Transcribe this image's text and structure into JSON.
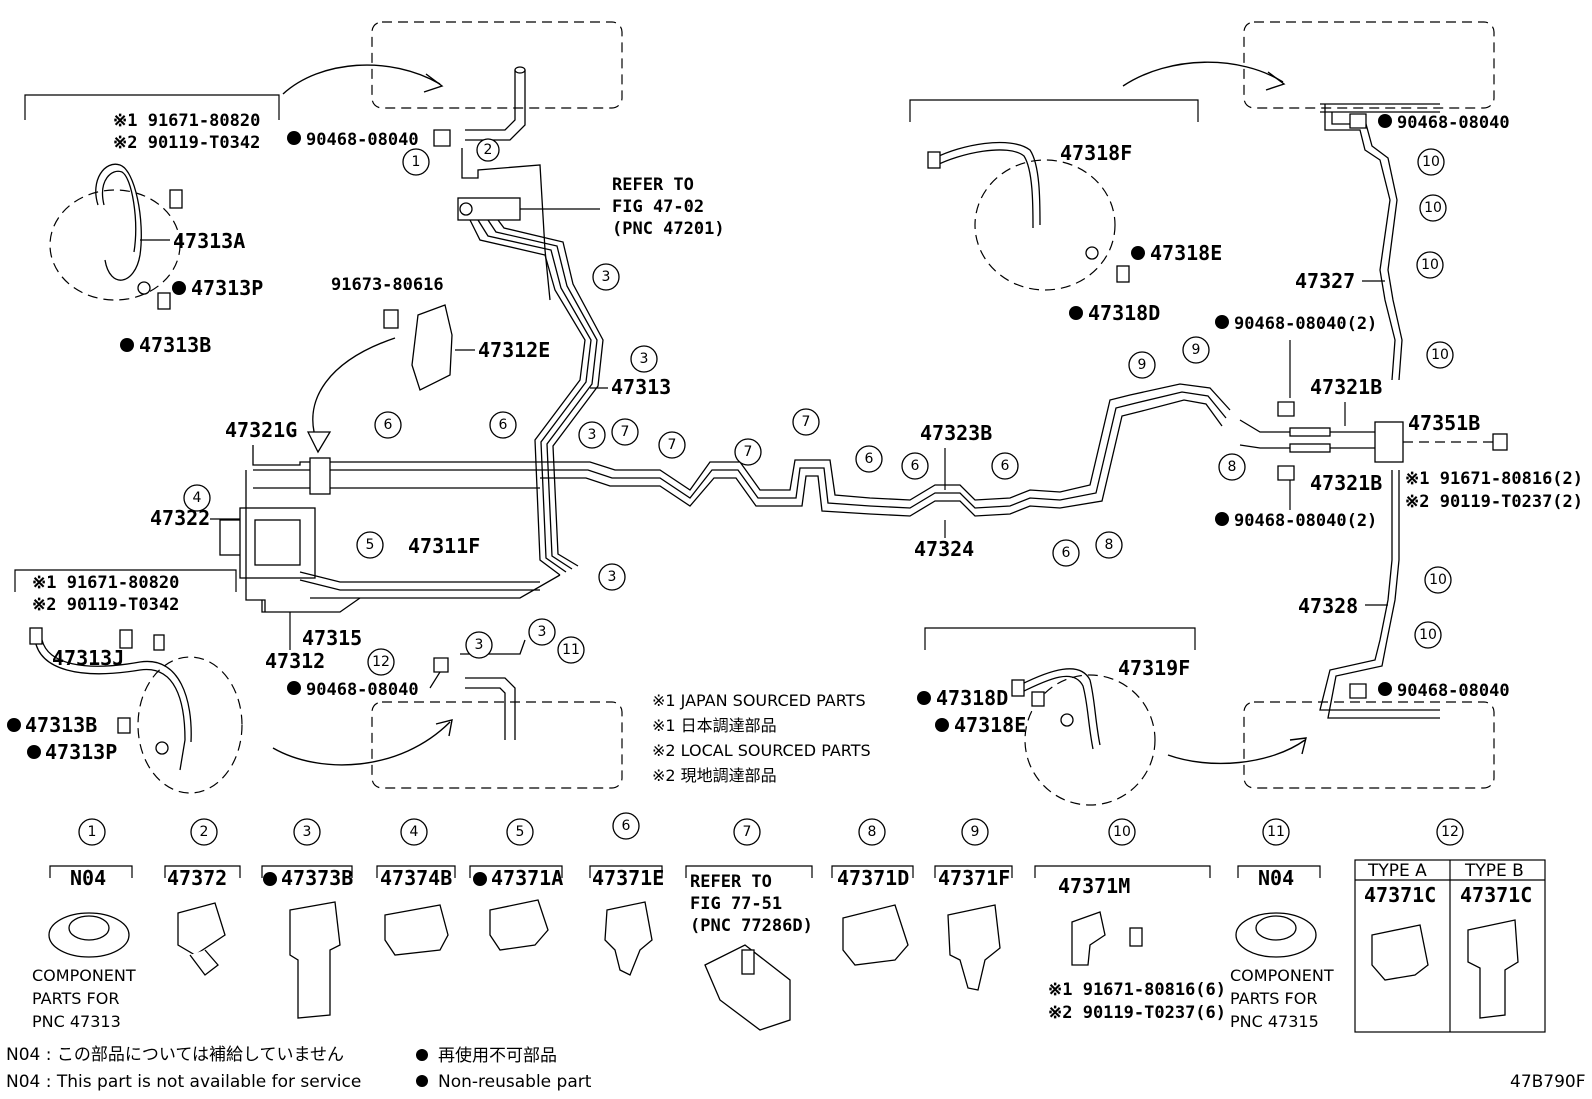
{
  "title_code": "47B790F",
  "notes": {
    "star1_japan": "※1 JAPAN SOURCED PARTS",
    "star1_japan_jp": "※1 日本調達部品",
    "star2_local": "※2 LOCAL SOURCED PARTS",
    "star2_local_jp": "※2 現地調達部品"
  },
  "legend": {
    "n04_jp": "N04 : この部品については補給していません",
    "n04_en": "N04 : This part is not available for service",
    "nonreuse_jp": "再使用不可部品",
    "nonreuse_en": "Non-reusable part"
  },
  "callouts": {
    "top_left_star1": "※1 91671-80820",
    "top_left_star2": "※2 90119-T0342",
    "p47313A": "47313A",
    "p47313P_top": "47313P",
    "p47313B_top": "47313B",
    "p91673": "91673-80616",
    "p47312E": "47312E",
    "p90468_top": "90468-08040",
    "refer_line1": "REFER TO",
    "refer_line2": "FIG 47-02",
    "refer_line3": "(PNC 47201)",
    "p47313": "47313",
    "p47321G": "47321G",
    "p47322": "47322",
    "p47311F": "47311F",
    "p47315": "47315",
    "p47312": "47312",
    "p90468_bottom": "90468-08040",
    "bl_star1": "※1 91671-80820",
    "bl_star2": "※2 90119-T0342",
    "p47313J": "47313J",
    "p47313B_bl": "47313B",
    "p47313P_bl": "47313P",
    "p47318F": "47318F",
    "p47318E_top": "47318E",
    "p47318D_top": "47318D",
    "p47323B": "47323B",
    "p47324": "47324",
    "p90468_2a": "90468-08040(2)",
    "p90468_2b": "90468-08040(2)",
    "p47321B_a": "47321B",
    "p47321B_b": "47321B",
    "p47351B": "47351B",
    "r_star1": "※1 91671-80816(2)",
    "r_star2": "※2 90119-T0237(2)",
    "p90468_tr": "90468-08040",
    "p47327": "47327",
    "p47328": "47328",
    "p90468_br": "90468-08040",
    "p47319F": "47319F",
    "p47318D_bot": "47318D",
    "p47318E_bot": "47318E"
  },
  "clip_numbers": [
    "1",
    "2",
    "3",
    "4",
    "5",
    "6",
    "7",
    "8",
    "9",
    "10",
    "11",
    "12"
  ],
  "components": [
    {
      "num": "1",
      "pn": "N04",
      "caption1": "COMPONENT",
      "caption2": "PARTS FOR",
      "caption3": "PNC 47313"
    },
    {
      "num": "2",
      "pn": "47372"
    },
    {
      "num": "3",
      "pn": "47373B"
    },
    {
      "num": "4",
      "pn": "47374B"
    },
    {
      "num": "5",
      "pn": "47371A"
    },
    {
      "num": "6",
      "pn": "47371E"
    },
    {
      "num": "7",
      "ref1": "REFER TO",
      "ref2": "FIG 77-51",
      "ref3": "(PNC 77286D)"
    },
    {
      "num": "8",
      "pn": "47371D"
    },
    {
      "num": "9",
      "pn": "47371F"
    },
    {
      "num": "10",
      "pn": "47371M",
      "star1": "※1 91671-80816(6)",
      "star2": "※2 90119-T0237(6)"
    },
    {
      "num": "11",
      "pn": "N04",
      "caption1": "COMPONENT",
      "caption2": "PARTS FOR",
      "caption3": "PNC 47315"
    },
    {
      "num": "12",
      "typeA": "TYPE A",
      "typeB": "TYPE B",
      "pnA": "47371C",
      "pnB": "47371C"
    }
  ]
}
